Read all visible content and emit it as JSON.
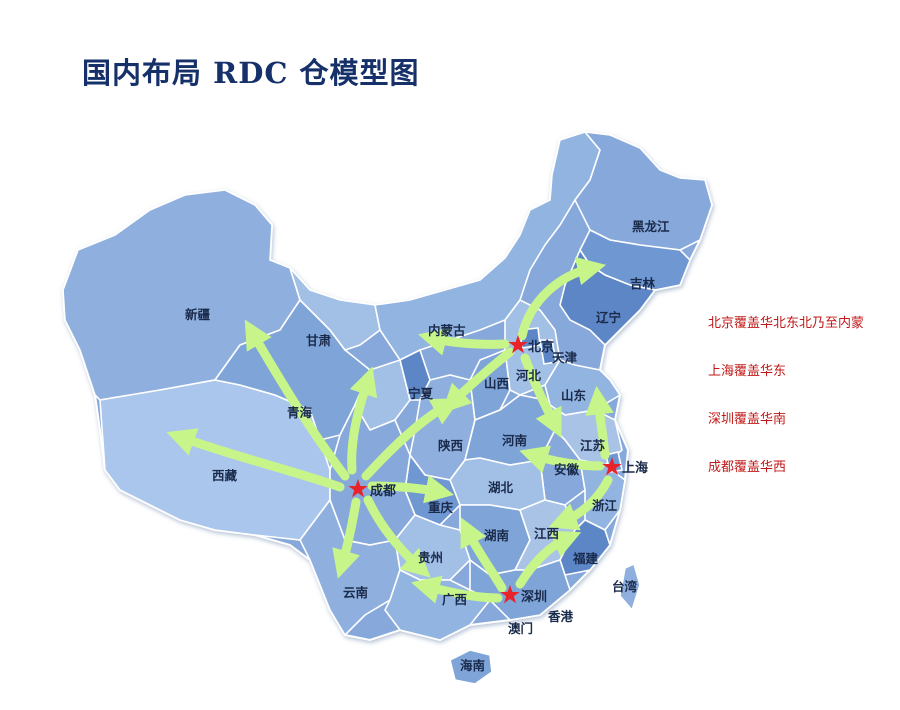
{
  "title": "国内布局 RDC 仓模型图",
  "provinces": {
    "heilongjiang": "黑龙江",
    "jilin": "吉林",
    "liaoning": "辽宁",
    "neimenggu": "内蒙古",
    "xinjiang": "新疆",
    "gansu": "甘肃",
    "qinghai": "青海",
    "xizang": "西藏",
    "ningxia": "宁夏",
    "shanxi": "山西",
    "shaanxi": "陕西",
    "hebei": "河北",
    "tianjin": "天津",
    "shandong": "山东",
    "henan": "河南",
    "jiangsu": "江苏",
    "anhui": "安徽",
    "hubei": "湖北",
    "chongqing": "重庆",
    "zhejiang": "浙江",
    "hunan": "湖南",
    "jiangxi": "江西",
    "guizhou": "贵州",
    "fujian": "福建",
    "yunnan": "云南",
    "guangxi": "广西",
    "taiwan": "台湾",
    "xianggang": "香港",
    "aomen": "澳门",
    "hainan": "海南"
  },
  "hubs": {
    "beijing": "北京",
    "shanghai": "上海",
    "shenzhen": "深圳",
    "chengdu": "成都"
  },
  "legend": [
    "北京覆盖华北东北乃至内蒙",
    "上海覆盖华东",
    "深圳覆盖华南",
    "成都覆盖华西"
  ],
  "colors": {
    "title": "#16306a",
    "map_light": "#a9c3e6",
    "map_mid": "#7ea4d8",
    "map_dark": "#5c86c6",
    "border": "#ffffff",
    "arrow": "#c8f58a",
    "star": "#e8232a",
    "legend_text": "#c01818"
  }
}
